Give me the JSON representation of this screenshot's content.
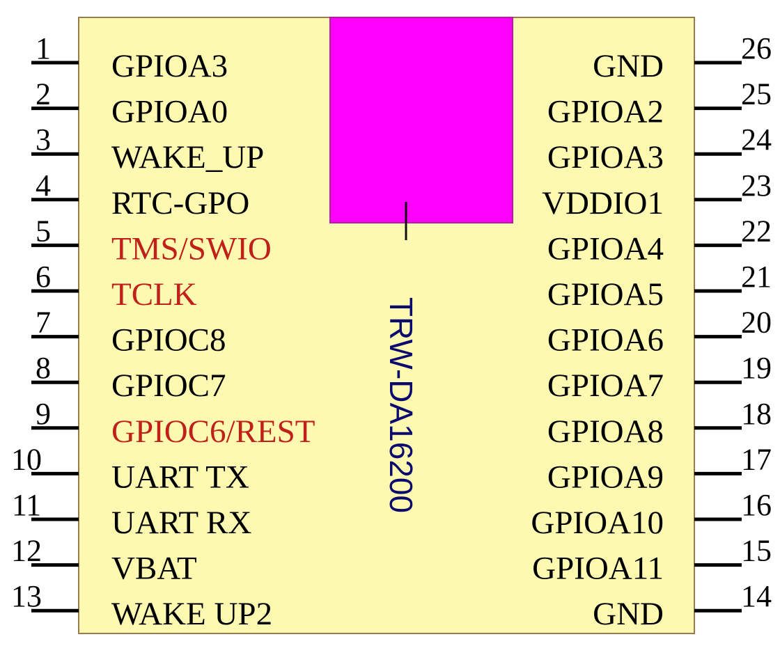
{
  "chip": {
    "part_number": "TRW-DA16200",
    "colors": {
      "body": "#fdf9b0",
      "antenna": "#ff00ff",
      "text": "#000000",
      "highlight": "#c0201a",
      "part_label": "#0a0a6e"
    }
  },
  "left_pins": [
    {
      "number": "1",
      "label": "GPIOA3",
      "highlight": false
    },
    {
      "number": "2",
      "label": "GPIOA0",
      "highlight": false
    },
    {
      "number": "3",
      "label": "WAKE_UP",
      "highlight": false
    },
    {
      "number": "4",
      "label": "RTC-GPO",
      "highlight": false
    },
    {
      "number": "5",
      "label": "TMS/SWIO",
      "highlight": true
    },
    {
      "number": "6",
      "label": "TCLK",
      "highlight": true
    },
    {
      "number": "7",
      "label": "GPIOC8",
      "highlight": false
    },
    {
      "number": "8",
      "label": "GPIOC7",
      "highlight": false
    },
    {
      "number": "9",
      "label": "GPIOC6/REST",
      "highlight": true
    },
    {
      "number": "10",
      "label": "UART TX",
      "highlight": false
    },
    {
      "number": "11",
      "label": "UART RX",
      "highlight": false
    },
    {
      "number": "12",
      "label": "VBAT",
      "highlight": false
    },
    {
      "number": "13",
      "label": "WAKE  UP2",
      "highlight": false
    }
  ],
  "right_pins": [
    {
      "number": "26",
      "label": "GND"
    },
    {
      "number": "25",
      "label": "GPIOA2"
    },
    {
      "number": "24",
      "label": "GPIOA3"
    },
    {
      "number": "23",
      "label": "VDDIO1"
    },
    {
      "number": "22",
      "label": "GPIOA4"
    },
    {
      "number": "21",
      "label": "GPIOA5"
    },
    {
      "number": "20",
      "label": "GPIOA6"
    },
    {
      "number": "19",
      "label": "GPIOA7"
    },
    {
      "number": "18",
      "label": "GPIOA8"
    },
    {
      "number": "17",
      "label": "GPIOA9"
    },
    {
      "number": "16",
      "label": "GPIOA10"
    },
    {
      "number": "15",
      "label": "GPIOA11"
    },
    {
      "number": "14",
      "label": "GND"
    }
  ]
}
